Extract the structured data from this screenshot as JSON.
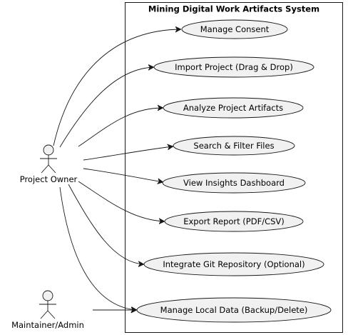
{
  "system": {
    "title": "Mining Digital Work Artifacts System"
  },
  "actors": [
    {
      "id": "owner",
      "name": "Project Owner"
    },
    {
      "id": "admin",
      "name": "Maintainer/Admin"
    }
  ],
  "use_cases": [
    {
      "id": "consent",
      "label": "Manage Consent"
    },
    {
      "id": "import",
      "label": "Import Project (Drag & Drop)"
    },
    {
      "id": "analyze",
      "label": "Analyze Project Artifacts"
    },
    {
      "id": "search",
      "label": "Search & Filter Files"
    },
    {
      "id": "insights",
      "label": "View Insights Dashboard"
    },
    {
      "id": "export",
      "label": "Export Report (PDF/CSV)"
    },
    {
      "id": "git",
      "label": "Integrate Git Repository (Optional)"
    },
    {
      "id": "localdata",
      "label": "Manage Local Data (Backup/Delete)"
    }
  ],
  "associations": [
    {
      "from": "owner",
      "to": "consent"
    },
    {
      "from": "owner",
      "to": "import"
    },
    {
      "from": "owner",
      "to": "analyze"
    },
    {
      "from": "owner",
      "to": "search"
    },
    {
      "from": "owner",
      "to": "insights"
    },
    {
      "from": "owner",
      "to": "export"
    },
    {
      "from": "owner",
      "to": "git"
    },
    {
      "from": "owner",
      "to": "localdata"
    },
    {
      "from": "admin",
      "to": "localdata"
    }
  ]
}
